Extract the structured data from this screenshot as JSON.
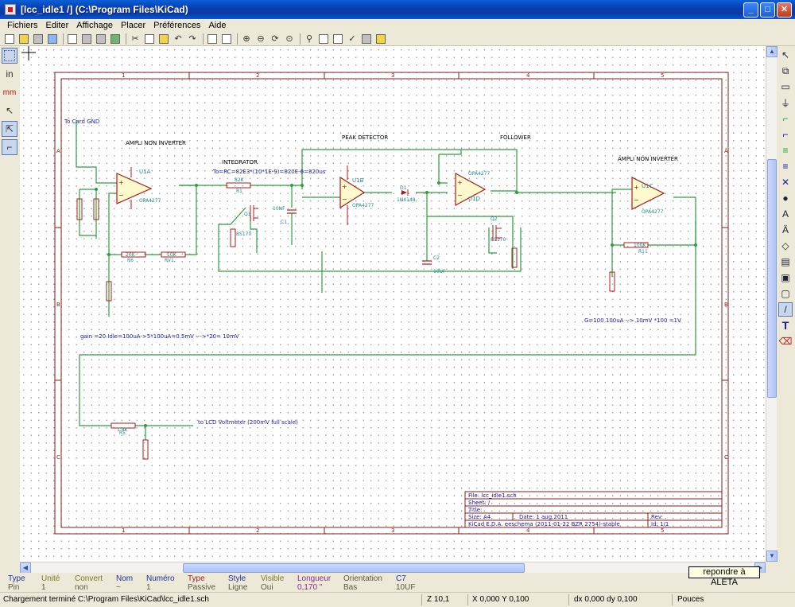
{
  "window": {
    "title": "[lcc_idle1 /] (C:\\Program Files\\KiCad)"
  },
  "menu": [
    "Fichiers",
    "Editer",
    "Affichage",
    "Placer",
    "Préférences",
    "Aide"
  ],
  "schematic": {
    "labels": {
      "to_card_gnd": "To Card GND",
      "ampli1": "AMPLI NON INVERTER",
      "integrator": "INTEGRATOR",
      "tau": "To=RC=82E3*(10*1E-9)=820E-6=820us",
      "peak": "PEAK DETECTOR",
      "follower": "FOLLOWER",
      "ampli2": "AMPLI NON INVERTER",
      "gain": "gain =20  Idle=100uA->5*100uA=0.5mV --->*20= 10mV",
      "gain2": "G=100  100uA -->  10mV *100 =1V",
      "to_lcd": "to LCD Voltmeter (200mV full scale)"
    },
    "components": {
      "u1a": "U1A",
      "u1b": "U1B",
      "u1c": "U1C",
      "u1d": "U1D",
      "opa": "OPA4277",
      "r1": "R1",
      "r1v": "82K",
      "c1": "C1",
      "c1v": "10NF",
      "c2": "C2",
      "c2v": "10UF",
      "q1": "Q1",
      "q2": "Q2",
      "bs": "BS170",
      "rv1": "RV1",
      "rv1v": "10K",
      "r6": "R6",
      "r6v": "20K",
      "r11": "R11",
      "r11v": "100K",
      "r5": "R5",
      "r5v": "1.8K",
      "d1": "D1",
      "d1v": "1N4148"
    },
    "border": {
      "cols": [
        "1",
        "2",
        "3",
        "4",
        "5"
      ],
      "rows": [
        "A",
        "B",
        "C"
      ]
    },
    "titleblock": {
      "file": "File: lcc_idle1.sch",
      "sheet": "Sheet: /",
      "title": "Title:",
      "size": "Size: A4",
      "date": "Date: 1 aug 2011",
      "rev": "Rev:",
      "kicad": "KiCad E.D.A.  eeschema (2011-01-22 BZR 2754)-stable",
      "id": "Id: 1/1"
    }
  },
  "infopanel": {
    "type_h": "Type",
    "type_v": "Pin",
    "unite_h": "Unité",
    "unite_v": "1",
    "convert_h": "Convert",
    "convert_v": "non",
    "nom_h": "Nom",
    "nom_v": "~",
    "numero_h": "Numéro",
    "numero_v": "1",
    "type2_h": "Type",
    "type2_v": "Passive",
    "style_h": "Style",
    "style_v": "Ligne",
    "visible_h": "Visible",
    "visible_v": "Oui",
    "longueur_h": "Longueur",
    "longueur_v": "0,170 \"",
    "orient_h": "Orientation",
    "orient_v": "Bas",
    "c7_h": "C7",
    "c7_v": "10UF"
  },
  "tooltip": "repondre à ALETA",
  "status": {
    "message": "Chargement terminé C:\\Program Files\\KiCad\\lcc_idle1.sch",
    "zoom": "Z 10,1",
    "xy": "X 0,000  Y 0,100",
    "dxdy": "dx 0,000  dy 0,100",
    "units": "Pouces"
  },
  "colors": {
    "wire": "#2e9e3e",
    "component": "#b01818",
    "label_blue": "#1a1aa0",
    "pin_teal": "#1e8b8b",
    "border": "#8b1a1a"
  }
}
